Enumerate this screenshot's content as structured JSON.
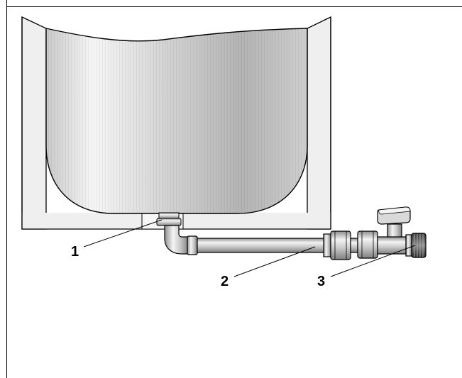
{
  "callouts": [
    {
      "id": "1",
      "label": "1"
    },
    {
      "id": "2",
      "label": "2"
    },
    {
      "id": "3",
      "label": "3"
    }
  ],
  "colors": {
    "frame": "#000000",
    "background": "#ffffff",
    "panel": "#efefef",
    "tank_light": "#f6f6f6",
    "tank_mid": "#d2d2d2",
    "tank_dark": "#a9a9a9",
    "pipe_light": "#f2f2f2",
    "pipe_dark": "#9a9a9a"
  }
}
